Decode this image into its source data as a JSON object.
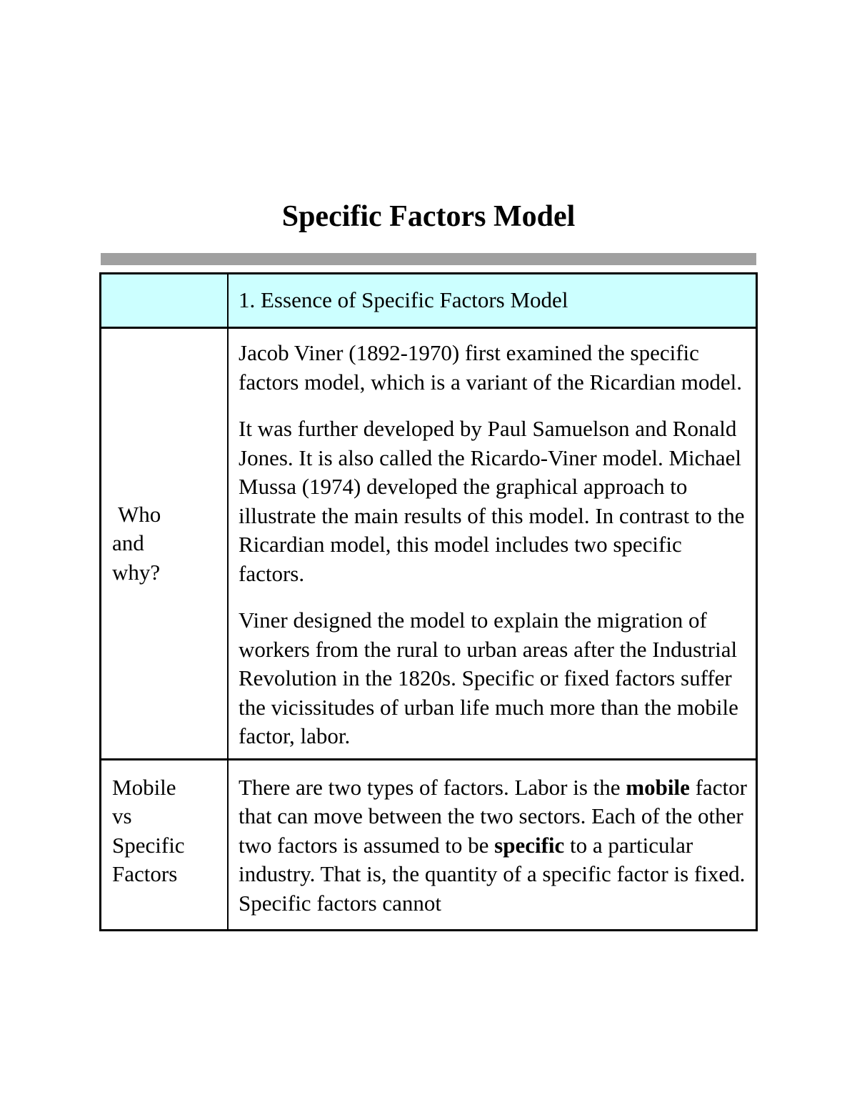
{
  "page": {
    "title": "Specific Factors Model"
  },
  "table": {
    "header": {
      "label": "",
      "title": "1. Essence of Specific Factors Model"
    },
    "rows": [
      {
        "label_lines": [
          "Who",
          "and",
          "why?"
        ],
        "paragraphs": [
          "Jacob Viner (1892-1970) first examined the specific factors model, which is a variant of the Ricardian model.",
          "It was further developed by Paul Samuelson and Ronald Jones. It is also called the Ricardo-Viner model. Michael Mussa (1974) developed the graphical approach to illustrate the main results of this model. In contrast to the Ricardian model, this model includes two specific factors.",
          "Viner designed the model to explain the migration of workers from the rural to urban areas after the Industrial Revolution in the 1820s. Specific or fixed factors suffer the vicissitudes of urban life much more than the mobile factor, labor."
        ]
      },
      {
        "label_lines": [
          "Mobile",
          "vs",
          "Specific",
          "Factors"
        ],
        "segments": [
          {
            "text": "There are two types of factors. Labor is the ",
            "bold": false
          },
          {
            "text": "mobile",
            "bold": true
          },
          {
            "text": " factor that can move between the two sectors. Each of the other two factors is assumed to be ",
            "bold": false
          },
          {
            "text": "specific",
            "bold": true
          },
          {
            "text": " to a particular industry. That is, the quantity of a specific factor is fixed. Specific factors cannot",
            "bold": false
          }
        ]
      }
    ]
  },
  "colors": {
    "header_bg": "#ccffff",
    "rule": "#a0a0a0",
    "border": "#000000"
  }
}
